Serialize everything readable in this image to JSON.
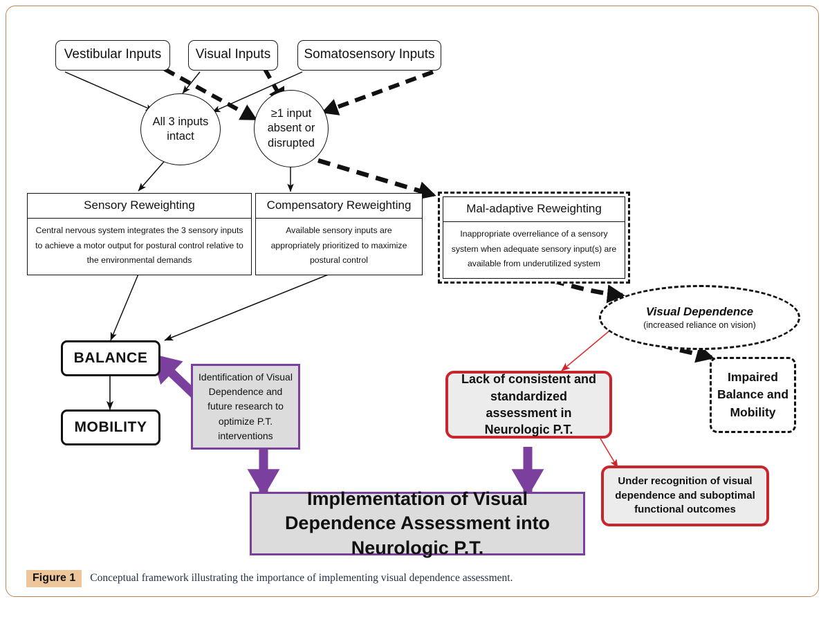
{
  "figure": {
    "badge": "Figure 1",
    "caption": "Conceptual framework illustrating the importance of implementing visual dependence assessment.",
    "frame_color": "#C08552",
    "badge_color": "#EDC79B"
  },
  "colors": {
    "black": "#111111",
    "red": "#C9252C",
    "purple": "#7B3F9D",
    "gray_fill": "#DCDCDC",
    "red_fill": "#ECECEC"
  },
  "inputs": [
    {
      "label": "Vestibular Inputs"
    },
    {
      "label": "Visual Inputs"
    },
    {
      "label": "Somatosensory Inputs"
    }
  ],
  "states": [
    {
      "label": "All 3 inputs intact"
    },
    {
      "label": "≥1 input absent or disrupted"
    }
  ],
  "reweighting": [
    {
      "title": "Sensory Reweighting",
      "body": "Central nervous system integrates the 3 sensory inputs to achieve a motor output for postural control relative to the environmental demands",
      "style": "solid"
    },
    {
      "title": "Compensatory Reweighting",
      "body": "Available sensory inputs are appropriately prioritized to maximize postural control",
      "style": "solid"
    },
    {
      "title": "Mal-adaptive Reweighting",
      "body": "Inappropriate overreliance of a sensory system when adequate sensory input(s) are available from underutilized system",
      "style": "dashed"
    }
  ],
  "outcomes": {
    "balance": "BALANCE",
    "mobility": "MOBILITY",
    "impaired": "Impaired Balance and Mobility"
  },
  "visual_dependence": {
    "title": "Visual Dependence",
    "subtitle": "(increased reliance on vision)"
  },
  "problems": [
    {
      "label": "Lack of consistent and standardized assessment in Neurologic P.T."
    },
    {
      "label": "Under recognition of visual dependence and suboptimal functional outcomes"
    }
  ],
  "solutions": {
    "note": "Identification of Visual Dependence and future research to optimize P.T. interventions",
    "main": "Implementation of Visual Dependence Assessment into Neurologic P.T."
  }
}
